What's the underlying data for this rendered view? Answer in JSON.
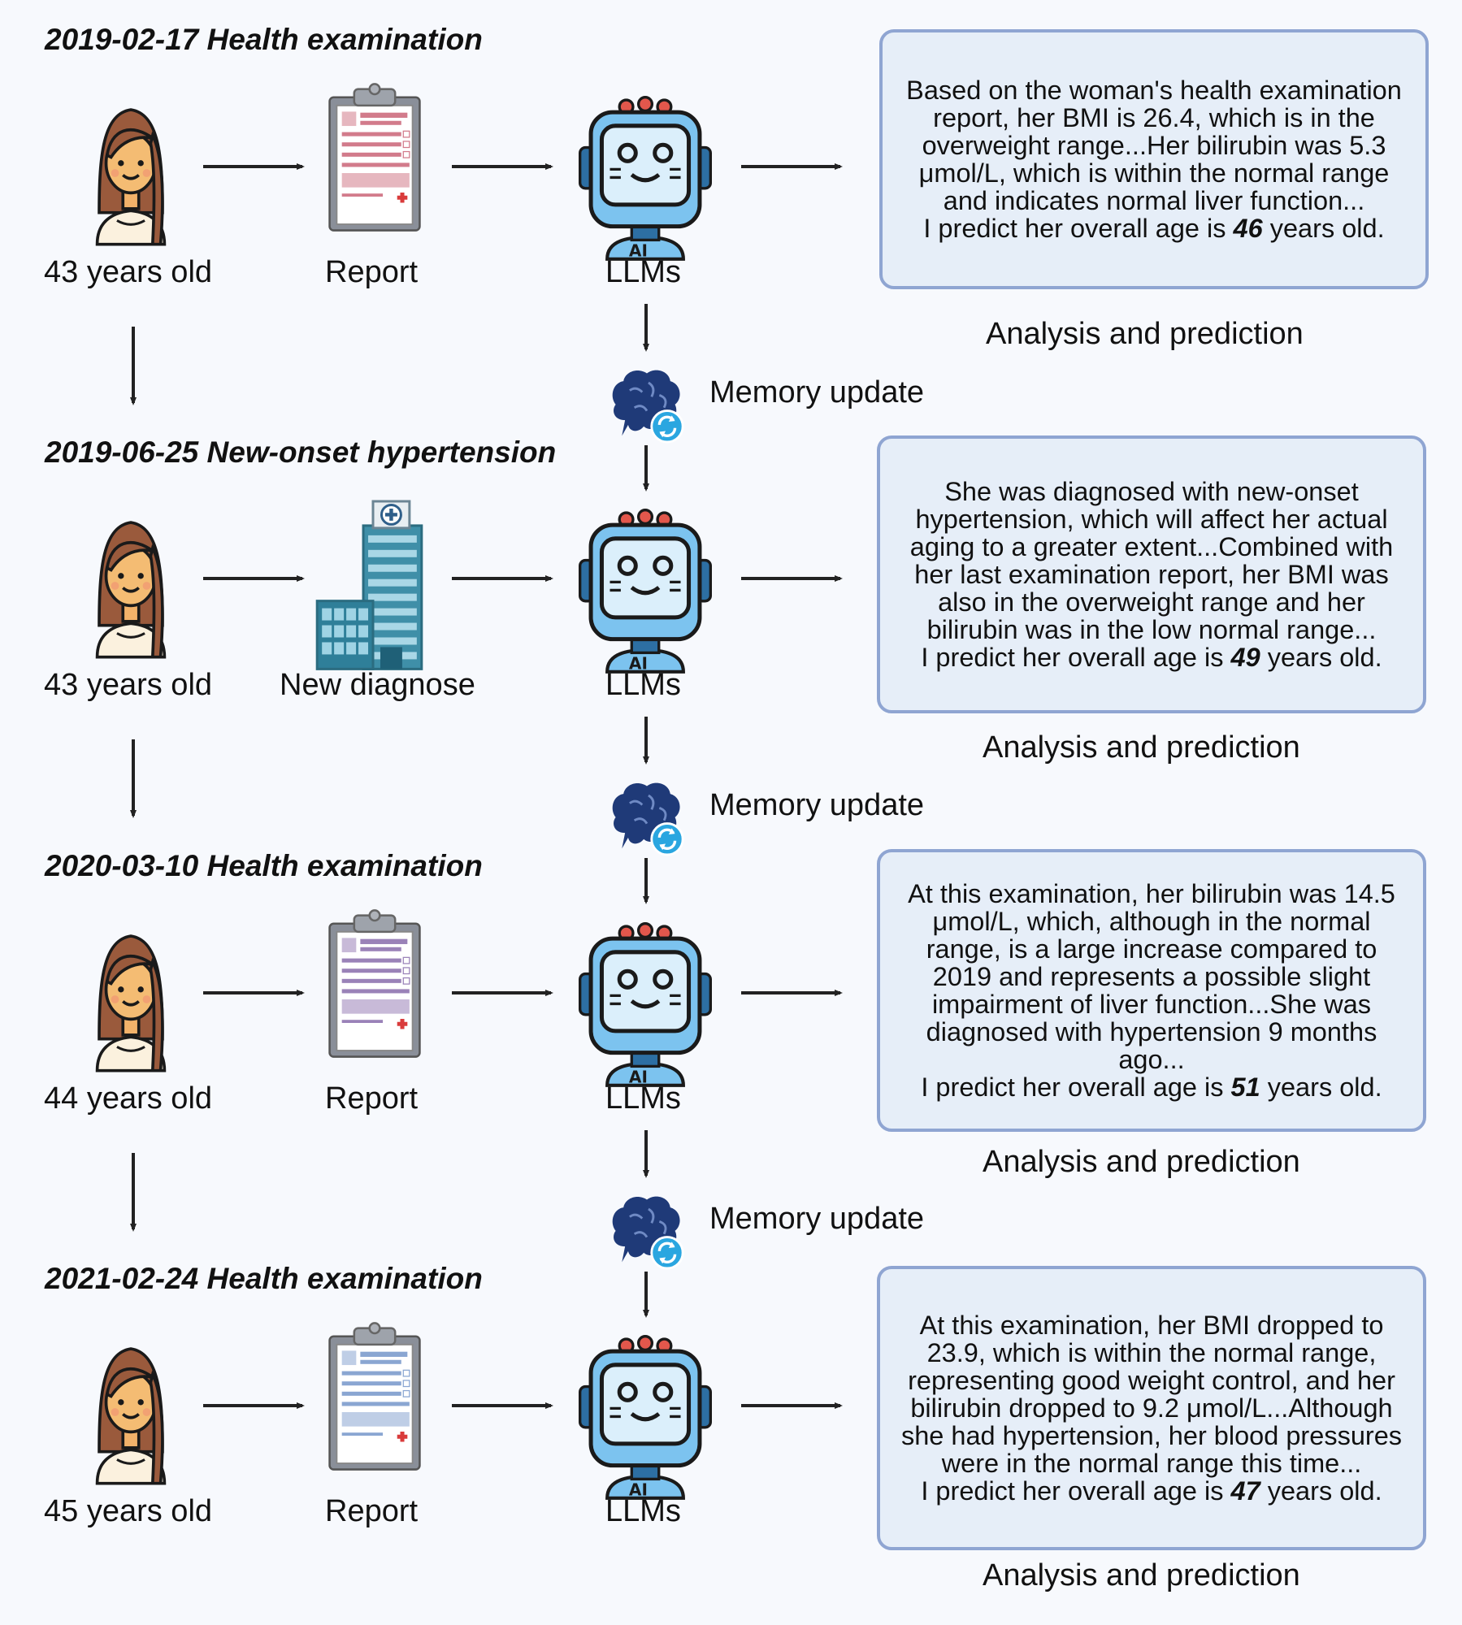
{
  "memory_label": "Memory update",
  "analysis_label": "Analysis and prediction",
  "llm_label": "LLMs",
  "prediction_prefix": "I predict her overall age is",
  "prediction_suffix": "years old.",
  "colors": {
    "box_fill": "#e6eef8",
    "box_border": "#8fa5d2",
    "arrow": "#222222",
    "brain": "#1f3a78",
    "robot_screen": "#7cc3ef"
  },
  "stages": [
    {
      "title": "2019-02-17 Health examination",
      "age_label": "43 years old",
      "source_label": "Report",
      "source_icon": "clipboard-report-icon",
      "source_color": "#d27b8b",
      "analysis": "Based on the woman's health examination report, her BMI is 26.4, which is in the overweight range...Her bilirubin was 5.3 μmol/L, which is within the normal range and indicates normal liver function...",
      "predicted_age": "46"
    },
    {
      "title": "2019-06-25 New-onset hypertension",
      "age_label": "43 years old",
      "source_label": "New diagnose",
      "source_icon": "hospital-icon",
      "source_color": "#3f8fa8",
      "analysis": "She was diagnosed with new-onset hypertension, which will affect her actual aging to a greater extent...Combined with her last examination report, her BMI was also in the overweight range and her bilirubin was in the low normal range...",
      "predicted_age": "49"
    },
    {
      "title": "2020-03-10 Health examination",
      "age_label": "44 years old",
      "source_label": "Report",
      "source_icon": "clipboard-report-icon",
      "source_color": "#9a82b8",
      "analysis": "At this examination, her bilirubin was 14.5 μmol/L, which, although in the normal range, is a large increase compared to 2019 and represents a possible slight impairment of liver function...She was diagnosed with hypertension 9 months ago...",
      "predicted_age": "51"
    },
    {
      "title": "2021-02-24 Health examination",
      "age_label": "45 years old",
      "source_label": "Report",
      "source_icon": "clipboard-report-icon",
      "source_color": "#8aa6d2",
      "analysis": "At this examination, her BMI dropped to 23.9, which is within the normal range, representing good weight control, and her bilirubin dropped to 9.2 μmol/L...Although she had hypertension, her blood pressures were in the normal range this time...",
      "predicted_age": "47"
    }
  ]
}
